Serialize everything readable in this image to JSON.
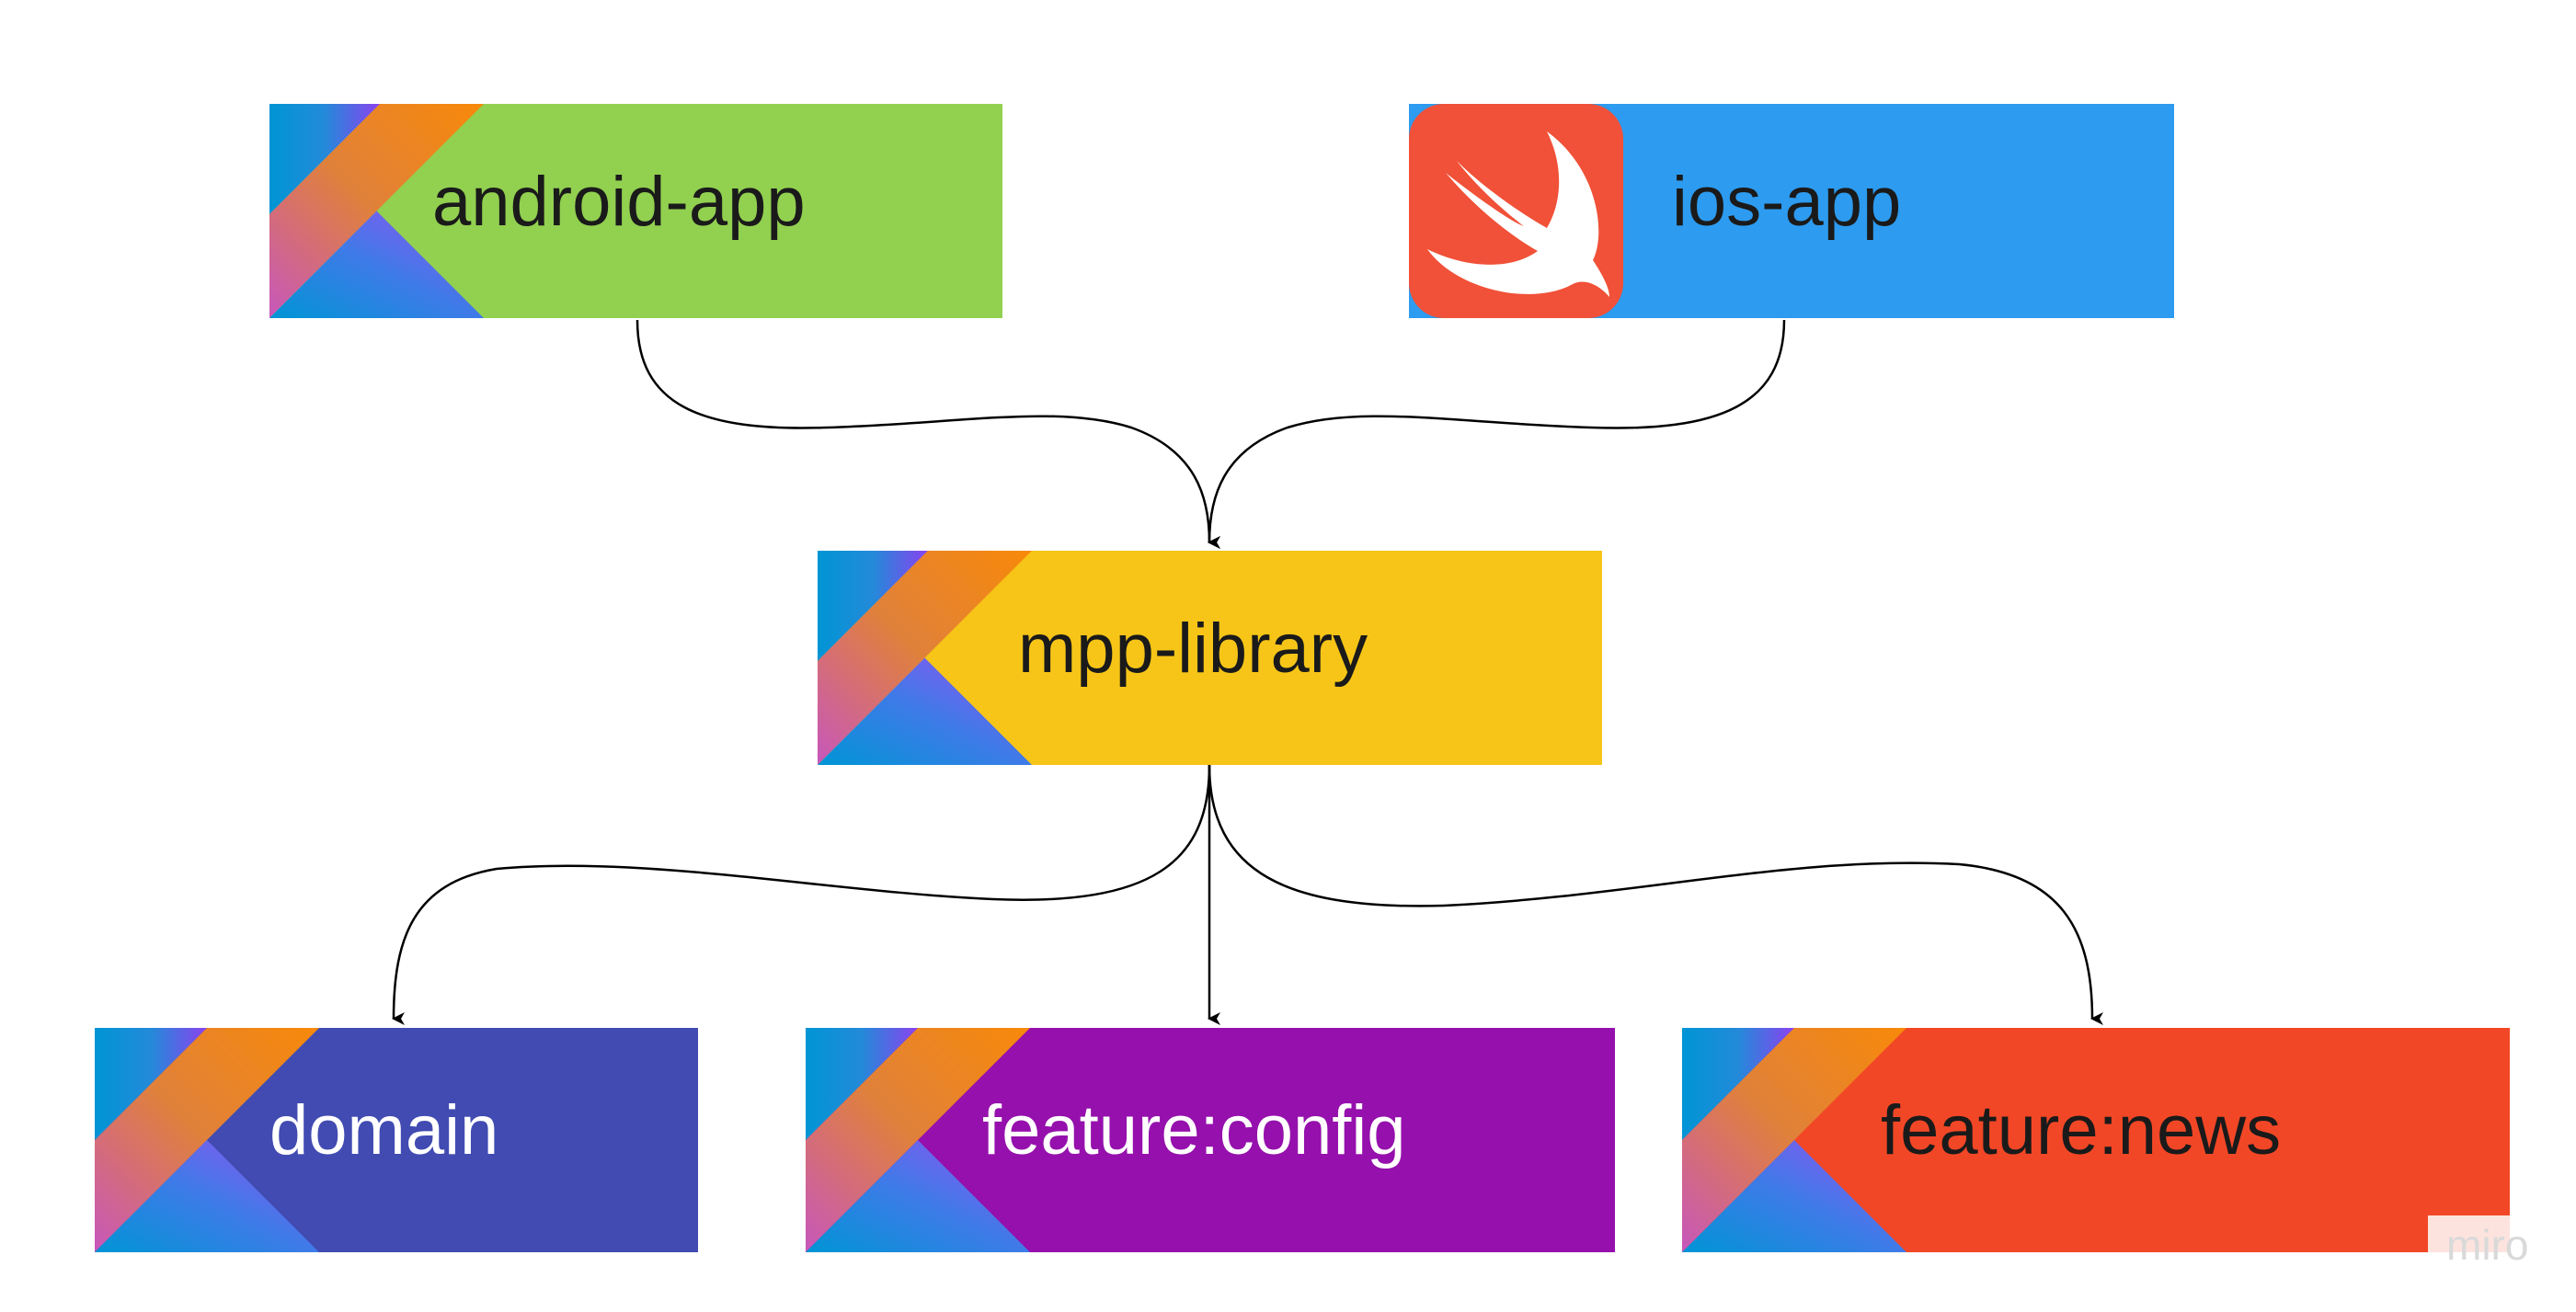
{
  "diagram": {
    "nodes": {
      "android_app": {
        "label": "android-app",
        "color": "#92d050",
        "text_color": "#1a1a1a",
        "icon": "kotlin-logo-icon"
      },
      "ios_app": {
        "label": "ios-app",
        "color": "#2d9bef",
        "text_color": "#1a1a1a",
        "icon": "swift-logo-icon",
        "icon_color": "#f05138"
      },
      "mpp_library": {
        "label": "mpp-library",
        "color": "#f6c517",
        "text_color": "#1a1a1a",
        "icon": "kotlin-logo-icon"
      },
      "domain": {
        "label": "domain",
        "color": "#414bb2",
        "text_color": "#ffffff",
        "icon": "kotlin-logo-icon"
      },
      "feature_config": {
        "label": "feature:config",
        "color": "#9510ac",
        "text_color": "#ffffff",
        "icon": "kotlin-logo-icon"
      },
      "feature_news": {
        "label": "feature:news",
        "color": "#f24726",
        "text_color": "#1a1a1a",
        "icon": "kotlin-logo-icon"
      }
    },
    "edges": [
      {
        "from": "android_app",
        "to": "mpp_library"
      },
      {
        "from": "ios_app",
        "to": "mpp_library"
      },
      {
        "from": "mpp_library",
        "to": "domain"
      },
      {
        "from": "mpp_library",
        "to": "feature_config"
      },
      {
        "from": "mpp_library",
        "to": "feature_news"
      }
    ],
    "watermark": "miro"
  }
}
